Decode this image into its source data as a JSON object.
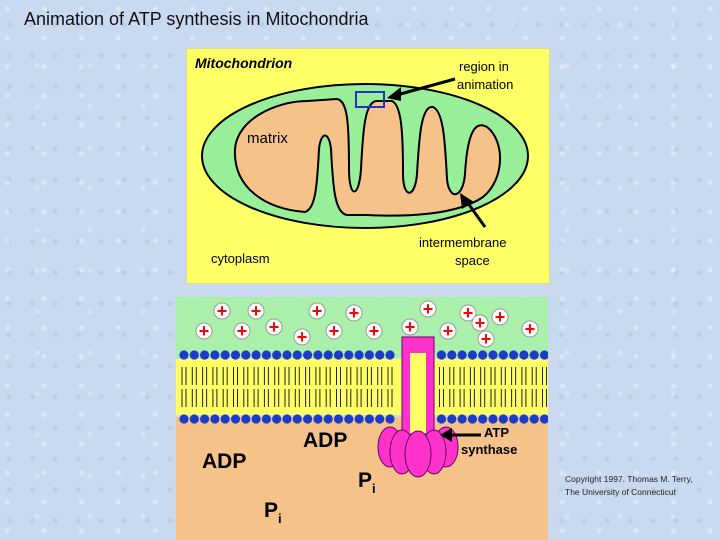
{
  "title": "Animation of ATP synthesis in Mitochondria",
  "top_panel": {
    "heading": "Mitochondrion",
    "labels": {
      "region_line1": "region in",
      "region_line2": "animation",
      "matrix": "matrix",
      "cytoplasm": "cytoplasm",
      "intermembrane_line1": "intermembrane",
      "intermembrane_line2": "space"
    },
    "colors": {
      "background": "#ffff66",
      "membrane": "#99ee99",
      "matrix": "#f5c38a",
      "outline": "#000000",
      "region_box": "#2233cc"
    }
  },
  "bottom_panel": {
    "labels": {
      "adp_left": "ADP",
      "adp_center": "ADP",
      "pi_left": "P",
      "pi_left_sub": "i",
      "pi_center": "P",
      "pi_center_sub": "i",
      "atp_synthase_line1": "ATP",
      "atp_synthase_line2": "synthase"
    },
    "proton_symbol": "+",
    "colors": {
      "intermembrane": "#aaf0aa",
      "matrix": "#f5c38a",
      "lipid_head": "#1a3cc8",
      "lipid_tail": "#ffff66",
      "synthase": "#ff33cc",
      "proton": "#ff0000"
    }
  },
  "copyright": "Copyright 1997. Thomas M. Terry, The University of Connecticut"
}
